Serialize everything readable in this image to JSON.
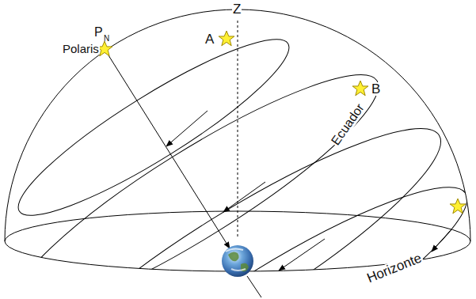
{
  "diagram": {
    "labels": [
      "Z",
      "P",
      "N",
      "Polaris",
      "A",
      "B",
      "Ecuador",
      "Horizonte"
    ]
  }
}
